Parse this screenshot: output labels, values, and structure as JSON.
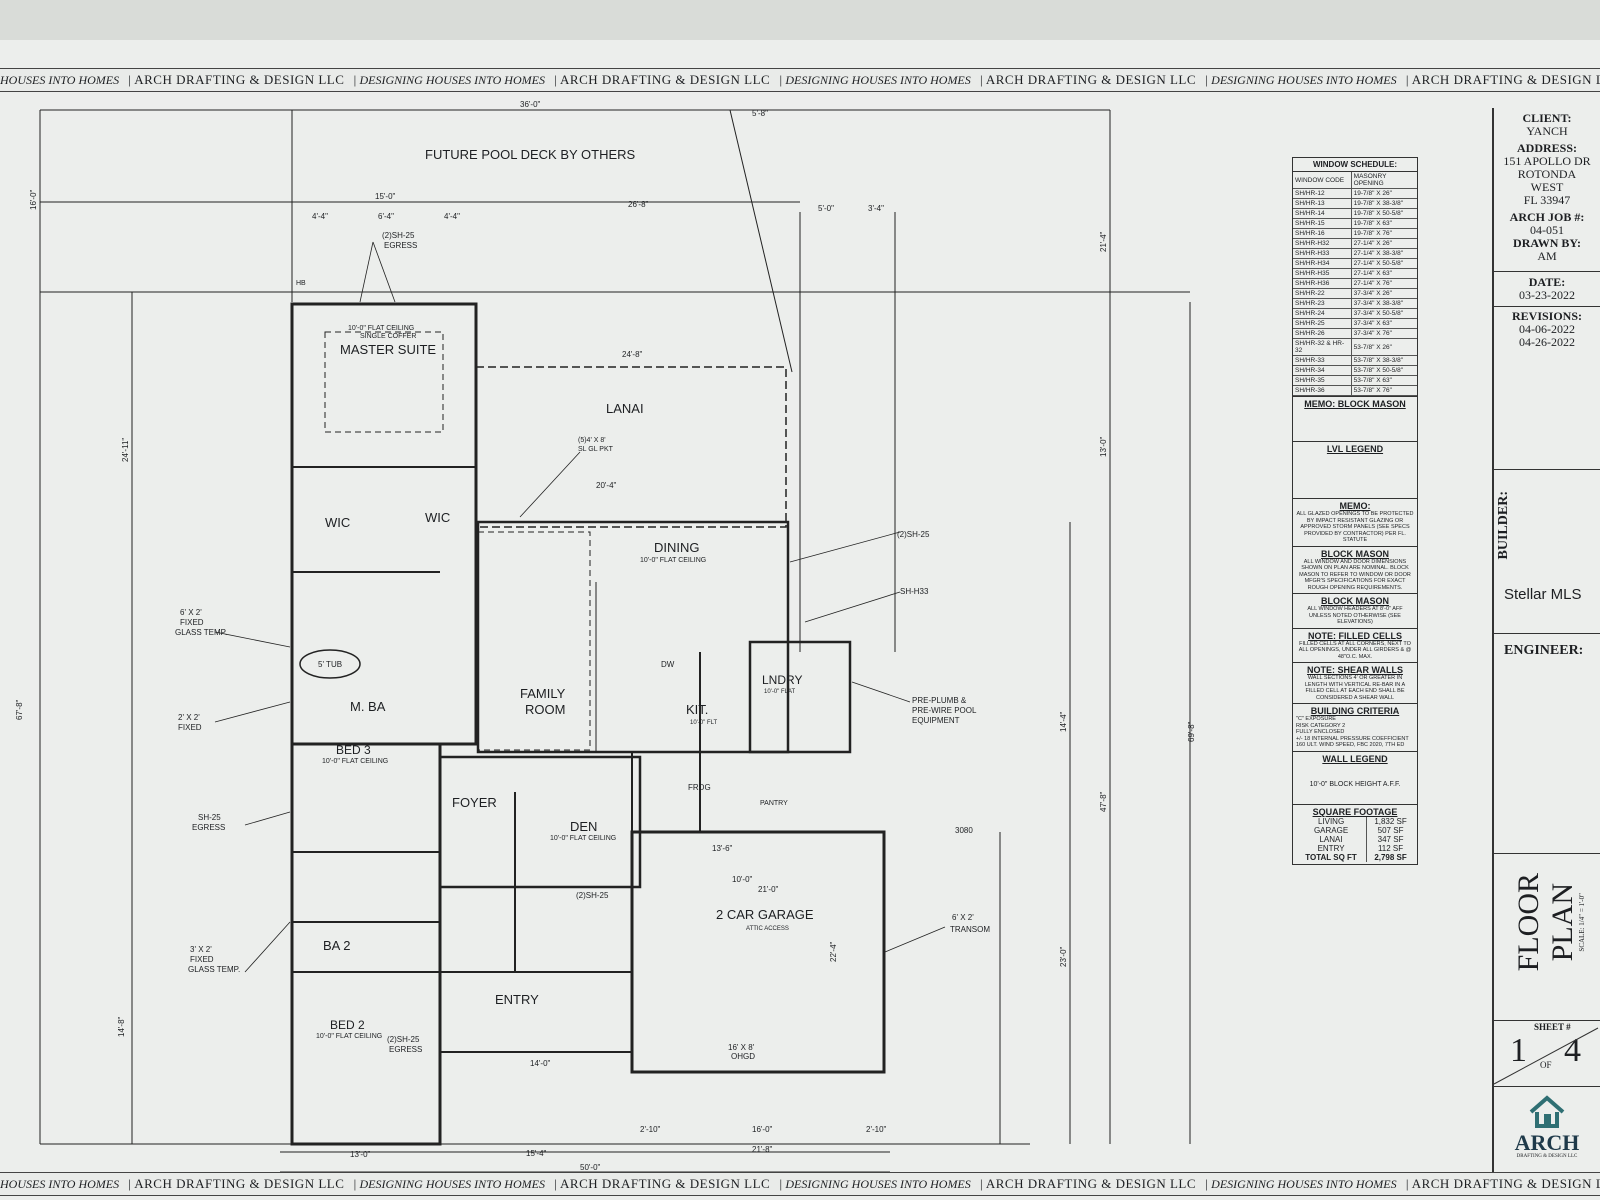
{
  "banner": {
    "firm": "ARCH DRAFTING & DESIGN LLC",
    "tagline": "DESIGNING HOUSES INTO HOMES",
    "tagline_fragment": "HOUSES INTO HOMES"
  },
  "plan": {
    "room_labels": {
      "pool": "FUTURE POOL DECK BY OTHERS",
      "master": "MASTER SUITE",
      "lanai": "LANAI",
      "wic1": "WIC",
      "wic2": "WIC",
      "dining": "DINING",
      "family": "FAMILY",
      "room": "ROOM",
      "kit": "KIT.",
      "lndry": "LNDRY",
      "mba": "M. BA",
      "bed3": "BED 3",
      "foyer": "FOYER",
      "den": "DEN",
      "garage": "2 CAR GARAGE",
      "ba2": "BA 2",
      "entry": "ENTRY",
      "bed2": "BED 2"
    },
    "notes": {
      "master_ceiling": "10'-0\" FLAT CEILING",
      "master_coffer": "SINGLE COFFER",
      "dining_ceiling": "10'-0\" FLAT CEILING",
      "bed3_ceiling": "10'-0\" FLAT CEILING",
      "bed2_ceiling": "10'-0\" FLAT CEILING",
      "den_ceiling": "10'-0\" FLAT CEILING",
      "garage_attic": "ATTIC ACCESS",
      "garage_ohgd": "16' X 8'",
      "garage_ohgd2": "OHGD",
      "lndry_ceiling": "10'-0\" FLAT",
      "kit_ceiling": "10'-0\" FLT",
      "egress_top": "(2)SH-25",
      "egress_word": "EGRESS",
      "sh25_right": "(2)SH-25",
      "shh33": "SH-H33",
      "fixed_6x2": "6' X 2'",
      "fixed_word": "FIXED",
      "glass_temp": "GLASS TEMP.",
      "fixed_2x2": "2' X 2'",
      "sh25_bed3": "SH-25",
      "fixed_3x2": "3' X 2'",
      "egress_bed2": "(2)SH-25",
      "transom": "6' X 2'",
      "transom_word": "TRANSOM",
      "door_3080": "3080",
      "pre_plumb": "PRE-PLUMB &",
      "pre_wire": "PRE-WIRE POOL",
      "equipment": "EQUIPMENT",
      "tub": "5' TUB",
      "slgl": "(5)4' X 8'",
      "slgl2": "SL GL PKT",
      "frdg": "FRDG",
      "pantry": "PANTRY",
      "dw": "DW",
      "hb": "HB",
      "sh25_den": "(2)SH-25"
    },
    "dims": {
      "overall_top": "36'-0\"",
      "top_5_8": "5'-8\"",
      "top_15_0": "15'-0\"",
      "top_26_8": "26'-8\"",
      "top_5_0": "5'-0\"",
      "top_3_4": "3'-4\"",
      "top_4_4a": "4'-4\"",
      "top_6_4": "6'-4\"",
      "top_4_4b": "4'-4\"",
      "lanai_24_8": "24'-8\"",
      "lanai_20_4": "20'-4\"",
      "bottom_13_0": "13'-0\"",
      "bottom_15_4": "15'-4\"",
      "bottom_21_8": "21'-8\"",
      "bottom_50_0": "50'-0\"",
      "bottom_16_0": "16'-0\"",
      "bottom_2_10a": "2'-10\"",
      "bottom_2_10b": "2'-10\"",
      "bottom_14_0": "14'-0\"",
      "left_67_8": "67'-8\"",
      "left_24_11": "24'-11\"",
      "left_16_0": "16'-0\"",
      "left_14_8": "14'-8\"",
      "right_69_8": "69'-8\"",
      "right_47_8": "47'-8\"",
      "right_21_4": "21'-4\"",
      "right_13_0": "13'-0\"",
      "right_14_4": "14'-4\"",
      "right_23_0": "23'-0\"",
      "garage_21_0": "21'-0\"",
      "garage_22_4": "22'-4\"",
      "garage_13_6": "13'-6\"",
      "garage_10_0": "10'-0\""
    }
  },
  "window_schedule": {
    "title": "WINDOW SCHEDULE:",
    "col1": "WINDOW CODE",
    "col2": "MASONRY OPENING",
    "rows": [
      [
        "SH/HR-12",
        "19-7/8\" X 26\""
      ],
      [
        "SH/HR-13",
        "19-7/8\" X 38-3/8\""
      ],
      [
        "SH/HR-14",
        "19-7/8\" X 50-5/8\""
      ],
      [
        "SH/HR-15",
        "19-7/8\" X 63\""
      ],
      [
        "SH/HR-16",
        "19-7/8\" X 76\""
      ],
      [
        "SH/HR-H32",
        "27-1/4\" X 26\""
      ],
      [
        "SH/HR-H33",
        "27-1/4\" X 38-3/8\""
      ],
      [
        "SH/HR-H34",
        "27-1/4\" X 50-5/8\""
      ],
      [
        "SH/HR-H35",
        "27-1/4\" X 63\""
      ],
      [
        "SH/HR-H36",
        "27-1/4\" X 76\""
      ],
      [
        "SH/HR-22",
        "37-3/4\" X 26\""
      ],
      [
        "SH/HR-23",
        "37-3/4\" X 38-3/8\""
      ],
      [
        "SH/HR-24",
        "37-3/4\" X 50-5/8\""
      ],
      [
        "SH/HR-25",
        "37-3/4\" X 63\""
      ],
      [
        "SH/HR-26",
        "37-3/4\" X 76\""
      ],
      [
        "SH/HR-32 & HR-32",
        "53-7/8\" X 26\""
      ],
      [
        "SH/HR-33",
        "53-7/8\" X 38-3/8\""
      ],
      [
        "SH/HR-34",
        "53-7/8\" X 50-5/8\""
      ],
      [
        "SH/HR-35",
        "53-7/8\" X 63\""
      ],
      [
        "SH/HR-36",
        "53-7/8\" X 76\""
      ]
    ],
    "memo_block": "MEMO: BLOCK MASON",
    "lvl_legend": "LVL LEGEND",
    "memo": "MEMO:",
    "memo_text": "ALL GLAZED OPENINGS TO BE PROTECTED BY IMPACT RESISTANT GLAZING OR APPROVED STORM PANELS (SEE SPECS PROVIDED BY CONTRACTOR) PER FL. STATUTE",
    "block_mason_1": "BLOCK MASON",
    "block_mason_1_text": "ALL WINDOW AND DOOR DIMENSIONS SHOWN ON PLAN ARE NOMINAL. BLOCK MASON TO REFER TO WINDOW OR DOOR MFGR'S SPECIFICATIONS FOR EXACT ROUGH OPENING REQUIREMENTS.",
    "block_mason_2": "BLOCK MASON",
    "block_mason_2_text": "ALL WINDOW HEADERS AT 8'-0\" AFF UNLESS NOTED OTHERWISE (SEE ELEVATIONS)",
    "filled_cells": "NOTE: FILLED CELLS",
    "filled_cells_text": "FILLED CELLS AT ALL CORNERS, NEXT TO ALL OPENINGS, UNDER ALL GIRDERS & @ 48\"O.C. MAX.",
    "shear_walls": "NOTE: SHEAR WALLS",
    "shear_walls_text": "WALL SECTIONS 4' OR GREATER IN LENGTH WITH VERTICAL RE-BAR IN A FILLED CELL AT EACH END SHALL BE CONSIDERED A SHEAR WALL",
    "building_criteria": "BUILDING CRITERIA",
    "criteria_lines": [
      "\"C\" EXPOSURE",
      "RISK CATEGORY 2",
      "FULLY ENCLOSED",
      "+/- 18 INTERNAL PRESSURE COEFFICIENT",
      "160 ULT. WIND SPEED, FBC 2020, 7TH ED"
    ],
    "wall_legend": "WALL LEGEND",
    "wall_legend_text": "10'-0\" BLOCK HEIGHT A.F.F.",
    "square_footage": "SQUARE FOOTAGE",
    "sqft_rows": [
      [
        "LIVING",
        "1,832 SF"
      ],
      [
        "GARAGE",
        "507 SF"
      ],
      [
        "LANAI",
        "347 SF"
      ],
      [
        "ENTRY",
        "112 SF"
      ]
    ],
    "total_label": "TOTAL SQ FT",
    "total_value": "2,798 SF"
  },
  "title_block": {
    "client_label": "CLIENT:",
    "client": "YANCH",
    "address_label": "ADDRESS:",
    "address_1": "151 APOLLO DR",
    "address_2": "ROTONDA",
    "address_3": "WEST",
    "address_4": "FL 33947",
    "job_label": "ARCH JOB #:",
    "job": "04-051",
    "drawn_label": "DRAWN BY:",
    "drawn": "AM",
    "date_label": "DATE:",
    "date": "03-23-2022",
    "rev_label": "REVISIONS:",
    "rev_1": "04-06-2022",
    "rev_2": "04-26-2022",
    "builder": "BUILDER:",
    "engineer": "ENGINEER:",
    "sheet_title_1": "FLOOR",
    "sheet_title_2": "PLAN",
    "scale": "SCALE: 1/4\" = 1'-0\"",
    "sheet_label": "SHEET #",
    "sheet_no": "1",
    "of": "OF",
    "sheet_total": "4",
    "logo_text": "ARCH",
    "logo_sub": "DRAFTING & DESIGN LLC"
  },
  "watermark": "Stellar MLS"
}
